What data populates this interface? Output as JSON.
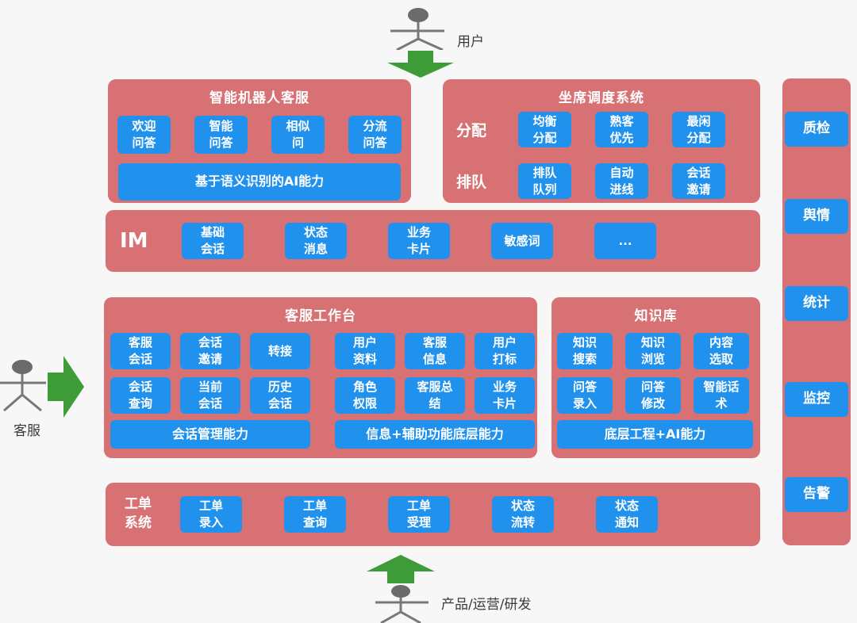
{
  "colors": {
    "panel_pink": "#d77173",
    "button_blue": "#2191ee",
    "arrow_green": "#3e9c38",
    "panel_text": "#ffffff",
    "label_text": "#3a3a3a",
    "background": "#f7f7f8"
  },
  "actors": {
    "user": {
      "label": "用户"
    },
    "agent": {
      "label": "客服"
    },
    "product": {
      "label": "产品/运营/研发"
    }
  },
  "panels": {
    "robot": {
      "title": "智能机器人客服",
      "buttons": [
        "欢迎\n问答",
        "智能\n问答",
        "相似\n问",
        "分流\n问答"
      ],
      "wide": "基于语义识别的AI能力"
    },
    "dispatch": {
      "title": "坐席调度系统",
      "rows": [
        {
          "label": "分配",
          "buttons": [
            "均衡\n分配",
            "熟客\n优先",
            "最闲\n分配"
          ]
        },
        {
          "label": "排队",
          "buttons": [
            "排队\n队列",
            "自动\n进线",
            "会话\n邀请"
          ]
        }
      ]
    },
    "im": {
      "label": "IM",
      "buttons": [
        "基础\n会话",
        "状态\n消息",
        "业务\n卡片",
        "敏感词",
        "..."
      ]
    },
    "workbench": {
      "title": "客服工作台",
      "left": {
        "rows": [
          [
            "客服\n会话",
            "会话\n邀请",
            "转接"
          ],
          [
            "会话\n查询",
            "当前\n会话",
            "历史\n会话"
          ]
        ],
        "wide": "会话管理能力"
      },
      "right": {
        "rows": [
          [
            "用户\n资料",
            "客服\n信息",
            "用户\n打标"
          ],
          [
            "角色\n权限",
            "客服总\n结",
            "业务\n卡片"
          ]
        ],
        "wide": "信息+辅助功能底层能力"
      }
    },
    "knowledge": {
      "title": "知识库",
      "rows": [
        [
          "知识\n搜索",
          "知识\n浏览",
          "内容\n选取"
        ],
        [
          "问答\n录入",
          "问答\n修改",
          "智能话\n术"
        ]
      ],
      "wide": "底层工程+AI能力"
    },
    "ticket": {
      "label": "工单\n系统",
      "buttons": [
        "工单\n录入",
        "工单\n查询",
        "工单\n受理",
        "状态\n流转",
        "状态\n通知"
      ]
    },
    "sidebar": {
      "buttons": [
        "质检",
        "舆情",
        "统计",
        "监控",
        "告警"
      ]
    }
  }
}
